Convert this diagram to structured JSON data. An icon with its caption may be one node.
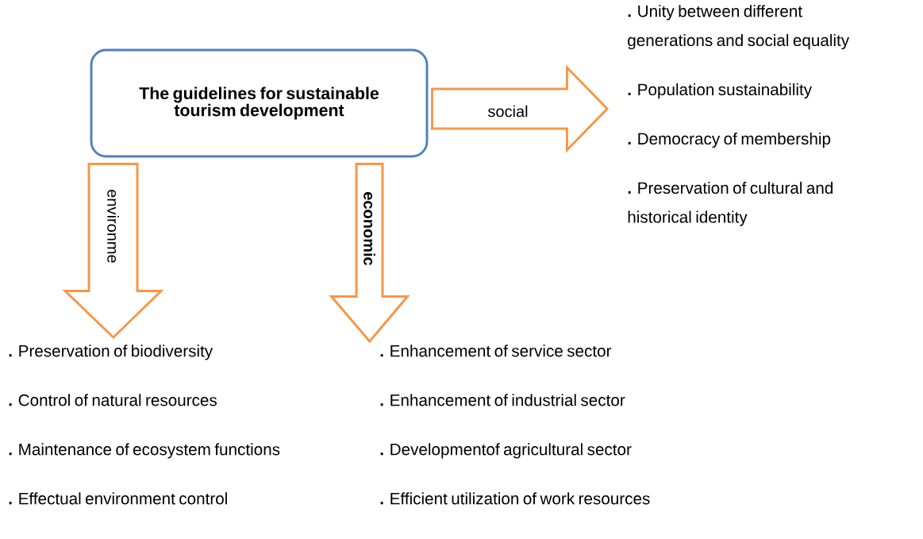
{
  "diagram": {
    "nodes": [
      {
        "text": [
          "The guidelines for sustainable tourism development"
        ]
      },
      {
        "text": [
          "**.** Unity between different generations and social equality",
          "**.** Population sustainability",
          "**.** Democracy of membership",
          "**.** Preservation of cultural and historical identity"
        ]
      },
      {
        "text": [
          "**.** Preservation of biodiversity",
          "**.** Control of natural resources",
          "**.** Maintenance of ecosystem functions",
          "**.** Effectual environment control"
        ]
      },
      {
        "text": [
          "**.** Enhancement of service sector",
          "**.** Enhancement of industrial sector",
          "**.** Developmentof agricultural sector",
          "**.** Efficient utilization of work resources"
        ]
      }
    ],
    "edges": [
      {
        "from": 0,
        "to": 1,
        "arrow": "to",
        "label": "social"
      },
      {
        "from": 0,
        "to": 2,
        "arrow": "to",
        "label": "environme"
      },
      {
        "from": 0,
        "to": 3,
        "arrow": "to",
        "label": "economic"
      }
    ]
  }
}
